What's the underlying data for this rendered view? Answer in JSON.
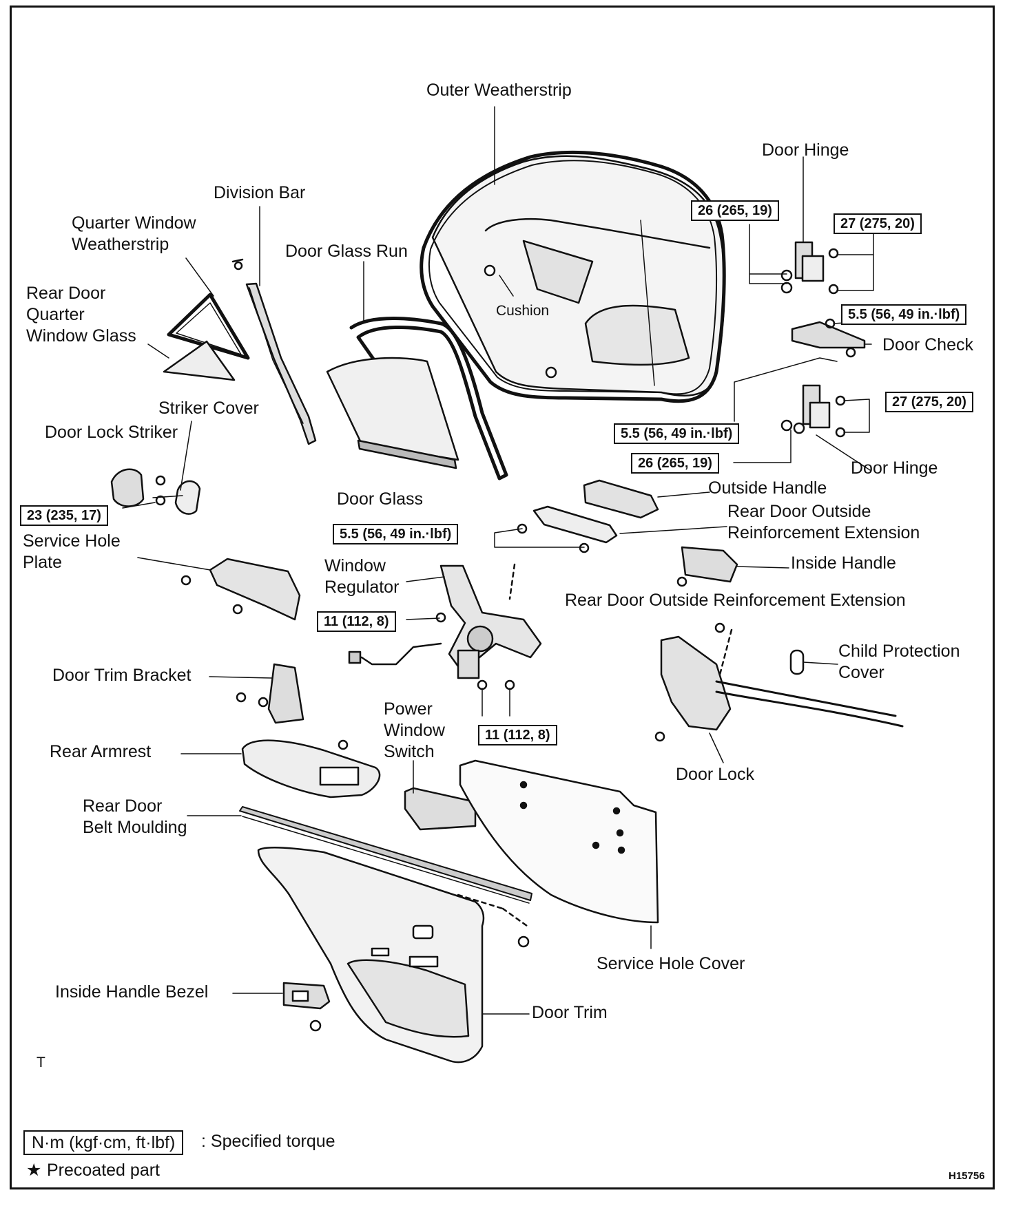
{
  "labels": {
    "outer_weatherstrip": "Outer Weatherstrip",
    "door_hinge_top": "Door Hinge",
    "division_bar": "Division Bar",
    "quarter_window_weatherstrip": "Quarter Window\nWeatherstrip",
    "door_glass_run": "Door Glass Run",
    "rear_door_quarter_window_glass": "Rear Door\nQuarter\nWindow Glass",
    "cushion": "Cushion",
    "door_check": "Door Check",
    "striker_cover": "Striker Cover",
    "door_lock_striker": "Door Lock Striker",
    "door_hinge_bottom": "Door Hinge",
    "outside_handle": "Outside Handle",
    "door_glass": "Door Glass",
    "rear_door_outside_reinforcement_extension_1": "Rear Door Outside\nReinforcement Extension",
    "service_hole_plate": "Service Hole\nPlate",
    "inside_handle": "Inside Handle",
    "window_regulator": "Window\nRegulator",
    "rear_door_outside_reinforcement_extension_2": "Rear Door Outside Reinforcement Extension",
    "child_protection_cover": "Child Protection\nCover",
    "door_trim_bracket": "Door Trim Bracket",
    "power_window_switch": "Power\nWindow\nSwitch",
    "rear_armrest": "Rear Armrest",
    "door_lock": "Door Lock",
    "rear_door_belt_moulding": "Rear Door\nBelt Moulding",
    "service_hole_cover": "Service Hole Cover",
    "inside_handle_bezel": "Inside Handle Bezel",
    "door_trim": "Door Trim",
    "t_mark": "T"
  },
  "torques": {
    "hinge_top_left": "26 (265, 19)",
    "hinge_top_right": "27 (275, 20)",
    "door_check": "5.5 (56, 49 in.·lbf)",
    "hinge_bottom_right": "27 (275, 20)",
    "door_check_lower": "5.5 (56, 49 in.·lbf)",
    "hinge_bottom_left": "26 (265, 19)",
    "striker": "23 (235, 17)",
    "outside_handle": "5.5 (56, 49 in.·lbf)",
    "regulator_left": "11 (112, 8)",
    "regulator_bottom": "11 (112, 8)"
  },
  "legend": {
    "torque_unit": "N·m (kgf·cm, ft·lbf)",
    "torque_desc": ": Specified torque",
    "precoated_symbol": "★",
    "precoated_desc": "Precoated part"
  },
  "figure_code": "H15756"
}
